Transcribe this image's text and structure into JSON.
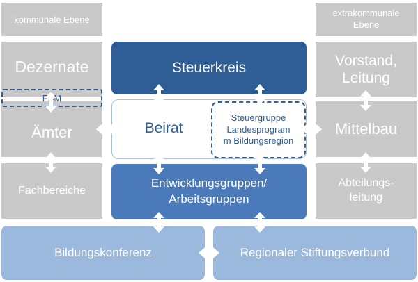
{
  "left_column": {
    "header": "kommunale Ebene",
    "dezernate": "Dezernate",
    "fbm": "FBM",
    "aemter": "Ämter",
    "fachbereiche": "Fachbereiche"
  },
  "center_column": {
    "steuerkreis": "Steuerkreis",
    "beirat": "Beirat",
    "steuergruppe": "Steuergruppe\nLandesprogram\nm Bildungsregion",
    "entwicklungsgruppen": "Entwicklungsgruppen/\nArbeitsgruppen"
  },
  "right_column": {
    "header": "extrakommunale\nEbene",
    "vorstand": "Vorstand,\nLeitung",
    "mittelbau": "Mittelbau",
    "abteilungsleitung": "Abteilungs-\nleitung"
  },
  "bottom_row": {
    "bildungskonferenz": "Bildungskonferenz",
    "stiftungsverbund": "Regionaler Stiftungsverbund"
  },
  "colors": {
    "grey": "#c9c9c9",
    "dark_blue": "#2f5d96",
    "mid_blue": "#4a7ab9",
    "light_blue": "#9ab9dc",
    "arrow": "#ffffff"
  }
}
